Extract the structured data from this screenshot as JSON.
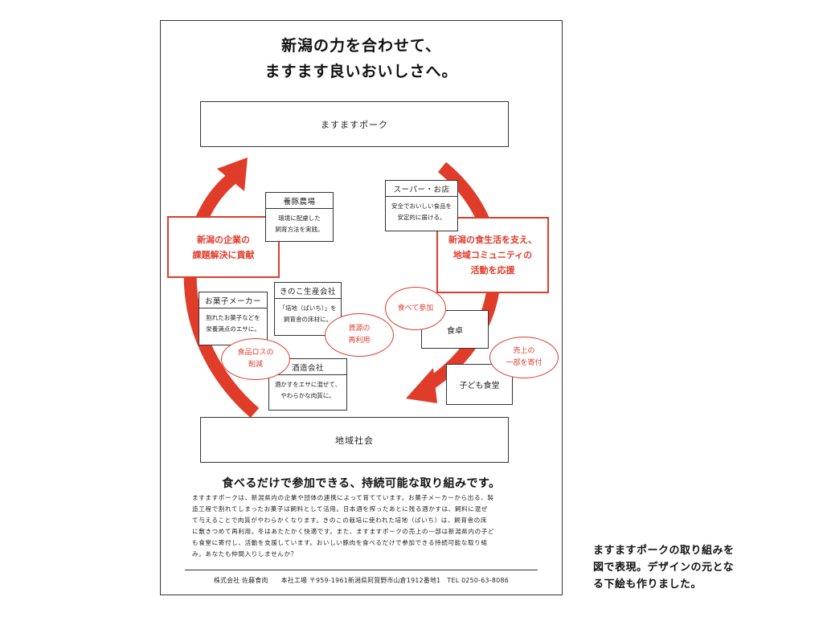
{
  "document": {
    "headline_line1": "新潟の力を合わせて、",
    "headline_line2": "ますます良いおいしさへ。",
    "top_box": "ますますポーク",
    "bottom_box": "地域社会",
    "left_cycle_label": [
      "新潟の企業の",
      "課題解決に貢献"
    ],
    "right_cycle_label": [
      "新潟の食生活を支え、",
      "地域コミュニティの",
      "活動を応援"
    ],
    "nodes": {
      "farm": {
        "title": "養豚農場",
        "lines": [
          "環境に配慮した",
          "飼育方法を実践。"
        ]
      },
      "supermarket": {
        "title": "スーパー・お店",
        "lines": [
          "安全でおいしい食品を",
          "安定的に届ける。"
        ]
      },
      "mushroom": {
        "title": "きのこ生産会社",
        "lines": [
          "「培地（ばいち）」を",
          "飼育舎の床材に。"
        ]
      },
      "confectionery": {
        "title": "お菓子メーカー",
        "lines": [
          "割れたお菓子などを",
          "栄養満点のエサに。"
        ]
      },
      "brewery": {
        "title": "酒造会社",
        "lines": [
          "酒かすをエサに混ぜて、",
          "やわらかな肉質に。"
        ]
      },
      "table": {
        "title": "食卓"
      },
      "kids_cafeteria": {
        "title": "子ども食堂"
      }
    },
    "ovals": {
      "resource_reuse": [
        "資源の",
        "再利用"
      ],
      "food_loss": [
        "食品ロスの",
        "削減"
      ],
      "eat_join": [
        "食べて参加"
      ],
      "donation": [
        "売上の",
        "一部を寄付"
      ]
    },
    "tagline": "食べるだけで参加できる、持続可能な取り組みです。",
    "body_lines": [
      "ますますポークは、新潟県内の企業や団体の連携によって育てています。お菓子メーカーから出る、製",
      "造工程で割れてしまったお菓子は飼料として活用。日本酒を搾ったあとに残る酒かすは、飼料に混ぜ",
      "て与えることで肉質がやわらかくなります。きのこの栽培に使われた培地（ばいち）は、飼育舎の床",
      "に敷きつめて再利用。冬はあたたかく快適です。また、ますますポークの売上の一部は新潟県内の子ど",
      "も食堂に寄付し、活動を支援しています。おいしい豚肉を食べるだけで参加できる持続可能な取り組",
      "み。あなたも仲間入りしませんか？"
    ],
    "footer": "株式会社 佐藤食肉　　本社工場 〒959-1961新潟県阿賀野市山倉1912番地1　TEL 0250-63-8086"
  },
  "caption_lines": [
    "ますますポークの取り組みを",
    "図で表現。デザインの元とな",
    "る下絵も作りました。"
  ],
  "colors": {
    "accent": "#e03c2a",
    "border": "#333333"
  }
}
